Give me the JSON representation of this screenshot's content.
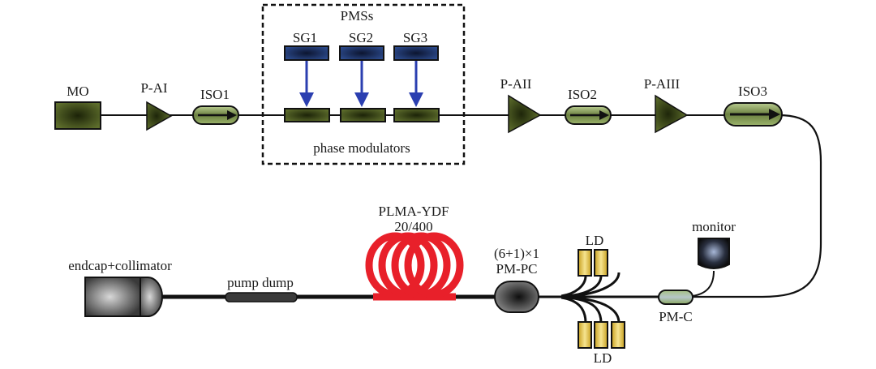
{
  "labels": {
    "mo": "MO",
    "pa1": "P-AI",
    "iso1": "ISO1",
    "pmss": "PMSs",
    "sg1": "SG1",
    "sg2": "SG2",
    "sg3": "SG3",
    "phase_modulators": "phase modulators",
    "pa2": "P-AII",
    "iso2": "ISO2",
    "pa3": "P-AIII",
    "iso3": "ISO3",
    "ydf_line1": "PLMA-YDF",
    "ydf_line2": "20/400",
    "combiner_line1": "(6+1)×1",
    "combiner_line2": "PM-PC",
    "ld_top": "LD",
    "ld_bottom": "LD",
    "monitor": "monitor",
    "pmc": "PM-C",
    "pump_dump": "pump dump",
    "endcap": "endcap+collimator"
  },
  "colors": {
    "component_green": "#5b6b2a",
    "isolator_green": "#8fa860",
    "signal_generator_blue": "#1e3a78",
    "arrow_blue": "#2b3fb0",
    "gain_fiber_red": "#e8202a",
    "laser_diode_yellow": "#e0c040",
    "fiber_black": "#111111"
  }
}
